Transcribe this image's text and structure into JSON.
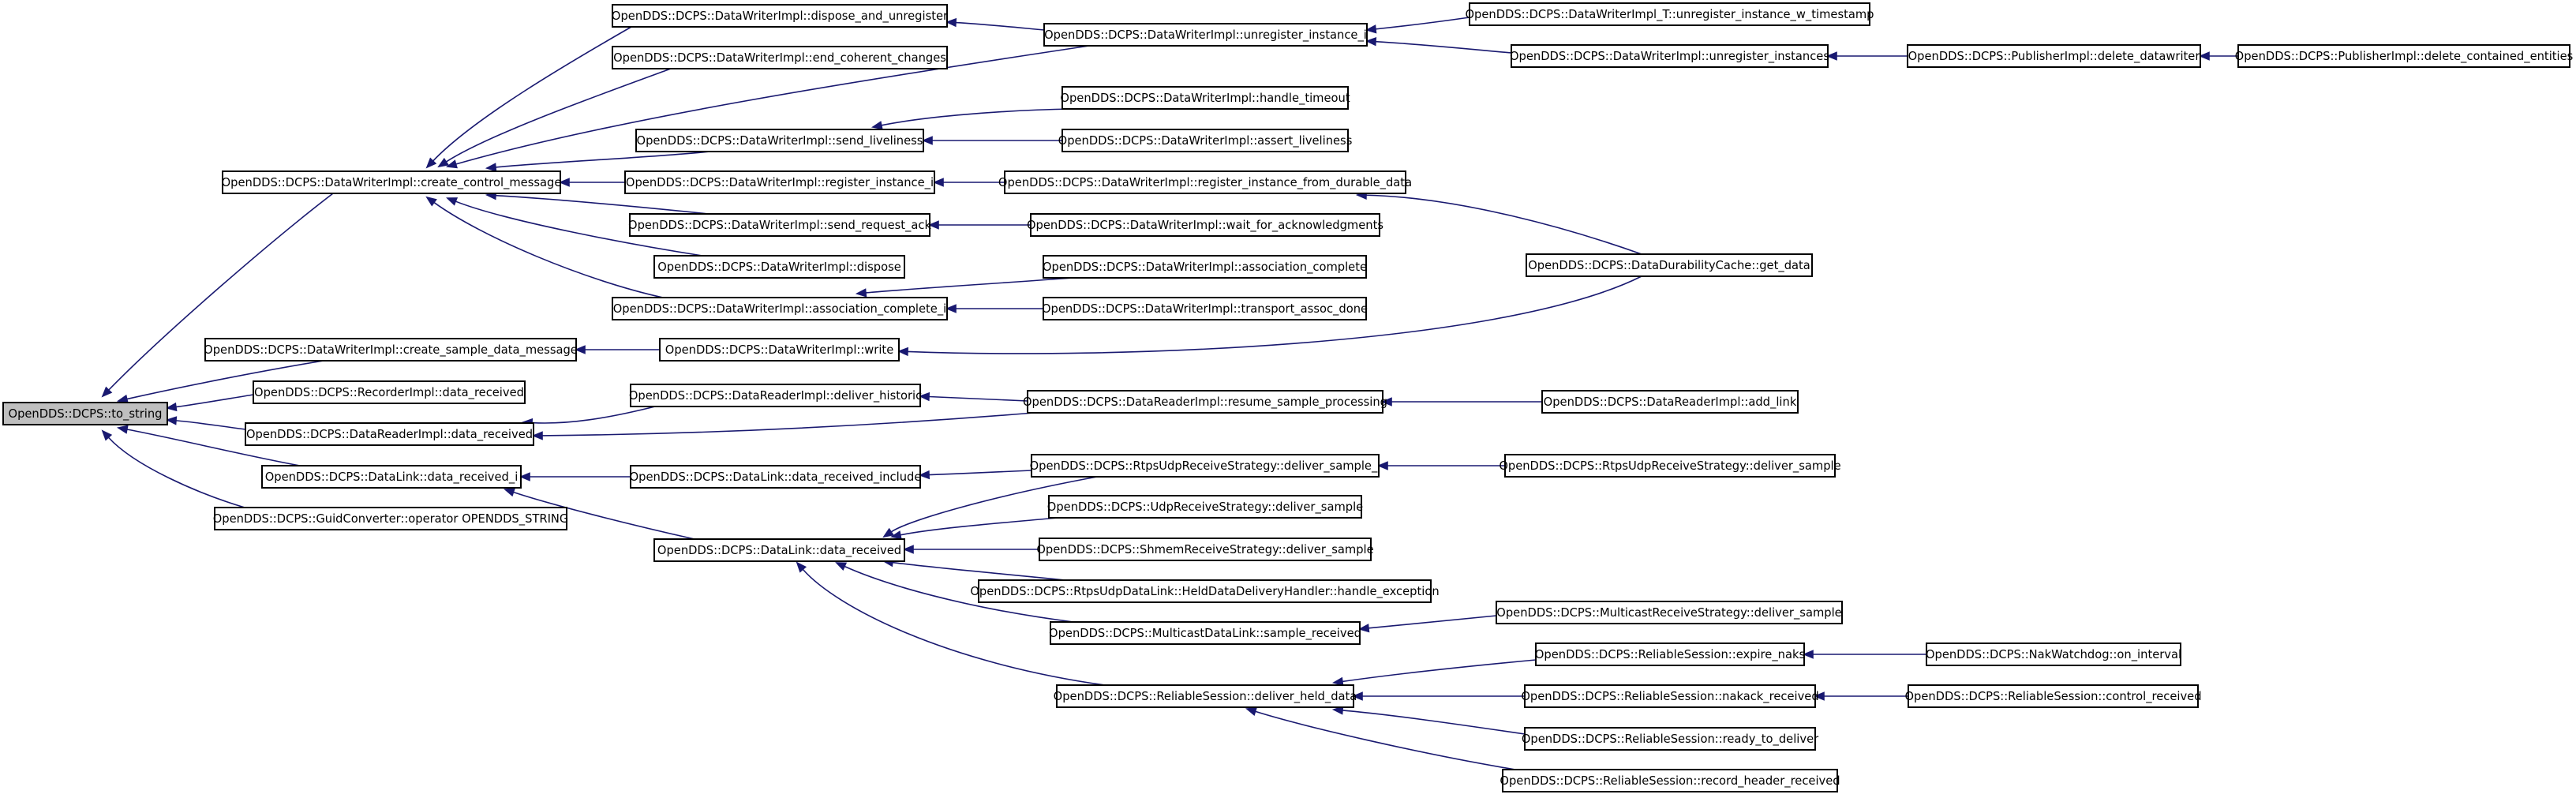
{
  "graph": {
    "nodes": [
      {
        "id": "to_string",
        "label": "OpenDDS::DCPS::to_string",
        "root": true
      },
      {
        "id": "create_control_message",
        "label": "OpenDDS::DCPS::DataWriterImpl::create_control_message"
      },
      {
        "id": "create_sample_data_message",
        "label": "OpenDDS::DCPS::DataWriterImpl::create_sample_data_message"
      },
      {
        "id": "recorder_data_received",
        "label": "OpenDDS::DCPS::RecorderImpl::data_received"
      },
      {
        "id": "reader_data_received",
        "label": "OpenDDS::DCPS::DataReaderImpl::data_received"
      },
      {
        "id": "datalink_data_received_i",
        "label": "OpenDDS::DCPS::DataLink::data_received_i"
      },
      {
        "id": "guid_operator",
        "label": "OpenDDS::DCPS::GuidConverter::operator OPENDDS_STRING"
      },
      {
        "id": "dispose_and_unregister",
        "label": "OpenDDS::DCPS::DataWriterImpl::dispose_and_unregister"
      },
      {
        "id": "end_coherent_changes",
        "label": "OpenDDS::DCPS::DataWriterImpl::end_coherent_changes"
      },
      {
        "id": "send_liveliness",
        "label": "OpenDDS::DCPS::DataWriterImpl::send_liveliness"
      },
      {
        "id": "register_instance_i",
        "label": "OpenDDS::DCPS::DataWriterImpl::register_instance_i"
      },
      {
        "id": "send_request_ack",
        "label": "OpenDDS::DCPS::DataWriterImpl::send_request_ack"
      },
      {
        "id": "writer_dispose",
        "label": "OpenDDS::DCPS::DataWriterImpl::dispose"
      },
      {
        "id": "association_complete_i",
        "label": "OpenDDS::DCPS::DataWriterImpl::association_complete_i"
      },
      {
        "id": "writer_write",
        "label": "OpenDDS::DCPS::DataWriterImpl::write"
      },
      {
        "id": "deliver_historic",
        "label": "OpenDDS::DCPS::DataReaderImpl::deliver_historic"
      },
      {
        "id": "data_received_include",
        "label": "OpenDDS::DCPS::DataLink::data_received_include"
      },
      {
        "id": "datalink_data_received",
        "label": "OpenDDS::DCPS::DataLink::data_received"
      },
      {
        "id": "unregister_instance_i",
        "label": "OpenDDS::DCPS::DataWriterImpl::unregister_instance_i"
      },
      {
        "id": "handle_timeout",
        "label": "OpenDDS::DCPS::DataWriterImpl::handle_timeout"
      },
      {
        "id": "assert_liveliness",
        "label": "OpenDDS::DCPS::DataWriterImpl::assert_liveliness"
      },
      {
        "id": "register_instance_from_durable_data",
        "label": "OpenDDS::DCPS::DataWriterImpl::register_instance_from_durable_data"
      },
      {
        "id": "wait_for_acknowledgments",
        "label": "OpenDDS::DCPS::DataWriterImpl::wait_for_acknowledgments"
      },
      {
        "id": "association_complete",
        "label": "OpenDDS::DCPS::DataWriterImpl::association_complete"
      },
      {
        "id": "transport_assoc_done",
        "label": "OpenDDS::DCPS::DataWriterImpl::transport_assoc_done"
      },
      {
        "id": "resume_sample_processing",
        "label": "OpenDDS::DCPS::DataReaderImpl::resume_sample_processing"
      },
      {
        "id": "rtps_deliver_sample_i",
        "label": "OpenDDS::DCPS::RtpsUdpReceiveStrategy::deliver_sample_i"
      },
      {
        "id": "udp_deliver_sample",
        "label": "OpenDDS::DCPS::UdpReceiveStrategy::deliver_sample"
      },
      {
        "id": "shmem_deliver_sample",
        "label": "OpenDDS::DCPS::ShmemReceiveStrategy::deliver_sample"
      },
      {
        "id": "held_handle_exception",
        "label": "OpenDDS::DCPS::RtpsUdpDataLink::HeldDataDeliveryHandler::handle_exception"
      },
      {
        "id": "multicast_sample_received",
        "label": "OpenDDS::DCPS::MulticastDataLink::sample_received"
      },
      {
        "id": "deliver_held_data",
        "label": "OpenDDS::DCPS::ReliableSession::deliver_held_data"
      },
      {
        "id": "unregister_instance_w_timestamp",
        "label": "OpenDDS::DCPS::DataWriterImpl_T::unregister_instance_w_timestamp"
      },
      {
        "id": "unregister_instances",
        "label": "OpenDDS::DCPS::DataWriterImpl::unregister_instances"
      },
      {
        "id": "get_data",
        "label": "OpenDDS::DCPS::DataDurabilityCache::get_data"
      },
      {
        "id": "add_link",
        "label": "OpenDDS::DCPS::DataReaderImpl::add_link"
      },
      {
        "id": "rtps_deliver_sample",
        "label": "OpenDDS::DCPS::RtpsUdpReceiveStrategy::deliver_sample"
      },
      {
        "id": "multicast_deliver_sample",
        "label": "OpenDDS::DCPS::MulticastReceiveStrategy::deliver_sample"
      },
      {
        "id": "expire_naks",
        "label": "OpenDDS::DCPS::ReliableSession::expire_naks"
      },
      {
        "id": "nakack_received",
        "label": "OpenDDS::DCPS::ReliableSession::nakack_received"
      },
      {
        "id": "ready_to_deliver",
        "label": "OpenDDS::DCPS::ReliableSession::ready_to_deliver"
      },
      {
        "id": "record_header_received",
        "label": "OpenDDS::DCPS::ReliableSession::record_header_received"
      },
      {
        "id": "delete_datawriter",
        "label": "OpenDDS::DCPS::PublisherImpl::delete_datawriter"
      },
      {
        "id": "on_interval",
        "label": "OpenDDS::DCPS::NakWatchdog::on_interval"
      },
      {
        "id": "control_received",
        "label": "OpenDDS::DCPS::ReliableSession::control_received"
      },
      {
        "id": "delete_contained_entities",
        "label": "OpenDDS::DCPS::PublisherImpl::delete_contained_entities"
      }
    ],
    "edges": [
      {
        "from": "create_control_message",
        "to": "to_string"
      },
      {
        "from": "create_sample_data_message",
        "to": "to_string"
      },
      {
        "from": "recorder_data_received",
        "to": "to_string"
      },
      {
        "from": "reader_data_received",
        "to": "to_string"
      },
      {
        "from": "datalink_data_received_i",
        "to": "to_string"
      },
      {
        "from": "guid_operator",
        "to": "to_string"
      },
      {
        "from": "dispose_and_unregister",
        "to": "create_control_message"
      },
      {
        "from": "end_coherent_changes",
        "to": "create_control_message"
      },
      {
        "from": "unregister_instance_i",
        "to": "create_control_message"
      },
      {
        "from": "send_liveliness",
        "to": "create_control_message"
      },
      {
        "from": "register_instance_i",
        "to": "create_control_message"
      },
      {
        "from": "send_request_ack",
        "to": "create_control_message"
      },
      {
        "from": "writer_dispose",
        "to": "create_control_message"
      },
      {
        "from": "association_complete_i",
        "to": "create_control_message"
      },
      {
        "from": "writer_write",
        "to": "create_sample_data_message"
      },
      {
        "from": "deliver_historic",
        "to": "reader_data_received"
      },
      {
        "from": "resume_sample_processing",
        "to": "reader_data_received"
      },
      {
        "from": "data_received_include",
        "to": "datalink_data_received_i"
      },
      {
        "from": "datalink_data_received",
        "to": "datalink_data_received_i"
      },
      {
        "from": "unregister_instance_i",
        "to": "dispose_and_unregister"
      },
      {
        "from": "handle_timeout",
        "to": "send_liveliness"
      },
      {
        "from": "assert_liveliness",
        "to": "send_liveliness"
      },
      {
        "from": "register_instance_from_durable_data",
        "to": "register_instance_i"
      },
      {
        "from": "wait_for_acknowledgments",
        "to": "send_request_ack"
      },
      {
        "from": "association_complete",
        "to": "association_complete_i"
      },
      {
        "from": "transport_assoc_done",
        "to": "association_complete_i"
      },
      {
        "from": "get_data",
        "to": "writer_write"
      },
      {
        "from": "resume_sample_processing",
        "to": "deliver_historic"
      },
      {
        "from": "rtps_deliver_sample_i",
        "to": "data_received_include"
      },
      {
        "from": "rtps_deliver_sample_i",
        "to": "datalink_data_received"
      },
      {
        "from": "udp_deliver_sample",
        "to": "datalink_data_received"
      },
      {
        "from": "shmem_deliver_sample",
        "to": "datalink_data_received"
      },
      {
        "from": "held_handle_exception",
        "to": "datalink_data_received"
      },
      {
        "from": "multicast_sample_received",
        "to": "datalink_data_received"
      },
      {
        "from": "deliver_held_data",
        "to": "datalink_data_received"
      },
      {
        "from": "unregister_instance_w_timestamp",
        "to": "unregister_instance_i"
      },
      {
        "from": "unregister_instances",
        "to": "unregister_instance_i"
      },
      {
        "from": "get_data",
        "to": "register_instance_from_durable_data"
      },
      {
        "from": "add_link",
        "to": "resume_sample_processing"
      },
      {
        "from": "rtps_deliver_sample",
        "to": "rtps_deliver_sample_i"
      },
      {
        "from": "multicast_deliver_sample",
        "to": "multicast_sample_received"
      },
      {
        "from": "expire_naks",
        "to": "deliver_held_data"
      },
      {
        "from": "nakack_received",
        "to": "deliver_held_data"
      },
      {
        "from": "ready_to_deliver",
        "to": "deliver_held_data"
      },
      {
        "from": "record_header_received",
        "to": "deliver_held_data"
      },
      {
        "from": "delete_datawriter",
        "to": "unregister_instances"
      },
      {
        "from": "on_interval",
        "to": "expire_naks"
      },
      {
        "from": "control_received",
        "to": "nakack_received"
      },
      {
        "from": "delete_contained_entities",
        "to": "delete_datawriter"
      }
    ]
  }
}
